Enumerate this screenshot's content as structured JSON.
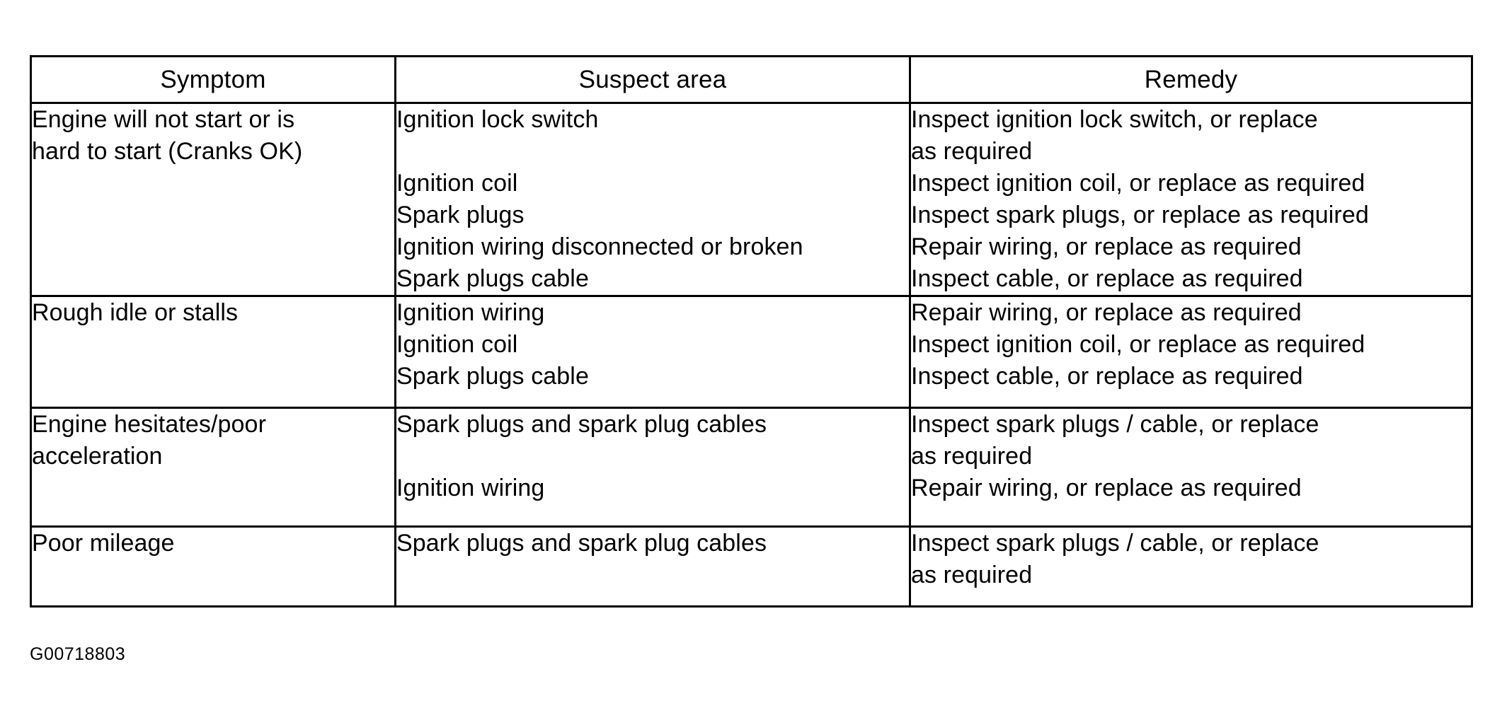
{
  "figure": {
    "id_label": "G00718803"
  },
  "table": {
    "headers": [
      "Symptom",
      "Suspect area",
      "Remedy"
    ],
    "rows": [
      {
        "symptom": [
          "Engine will not start or is",
          "hard to start (Cranks OK)"
        ],
        "suspect_area": [
          "Ignition lock switch",
          "Ignition coil",
          "Spark plugs",
          "Ignition wiring disconnected or broken",
          "Spark plugs cable"
        ],
        "remedy": [
          "Inspect ignition lock switch, or replace",
          "as required",
          "Inspect ignition coil, or replace as required",
          "Inspect spark plugs, or replace as required",
          "Repair wiring, or replace as required",
          "Inspect cable, or replace as required"
        ]
      },
      {
        "symptom": [
          "Rough idle or stalls"
        ],
        "suspect_area": [
          "Ignition wiring",
          "Ignition coil",
          "Spark plugs cable"
        ],
        "remedy": [
          "Repair wiring, or replace as required",
          "Inspect ignition coil, or replace as required",
          "Inspect cable, or replace as required"
        ]
      },
      {
        "symptom": [
          "Engine hesitates/poor",
          "acceleration"
        ],
        "suspect_area": [
          "Spark plugs and spark plug cables",
          "Ignition wiring"
        ],
        "remedy": [
          "Inspect spark plugs / cable, or replace",
          "as required",
          "Repair wiring, or replace as required"
        ]
      },
      {
        "symptom": [
          "Poor mileage"
        ],
        "suspect_area": [
          "Spark plugs and spark plug cables"
        ],
        "remedy": [
          "Inspect spark plugs / cable, or replace",
          "as required"
        ]
      }
    ]
  }
}
